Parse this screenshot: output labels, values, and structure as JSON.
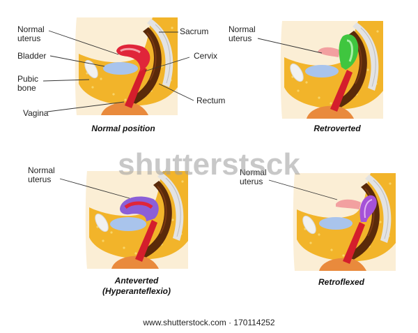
{
  "colors": {
    "panel_bg": "#fbeed5",
    "fat": "#f2b42a",
    "spine_outer": "#e3e3e3",
    "spine_inner": "#6a2e0c",
    "rectum": "#5a2a0a",
    "bladder": "#a9c4ec",
    "pubic_bone": "#f1f1f1",
    "uterus_normal": "#e0253a",
    "uterus_light": "#f2a0a0",
    "vagina": "#d41e2c",
    "perineum": "#e98a3c",
    "retroverted": "#3fc63f",
    "anteverted": "#8b5fd8",
    "retroflexed": "#a552d8"
  },
  "panels": [
    {
      "caption": "Normal position",
      "labels": {
        "normal_uterus": "Normal uterus",
        "bladder": "Bladder",
        "pubic_bone": "Pubic bone",
        "vagina": "Vagina",
        "sacrum": "Sacrum",
        "cervix": "Cervix",
        "rectum": "Rectum"
      }
    },
    {
      "caption": "Retroverted",
      "labels": {
        "normal_uterus": "Normal uterus"
      }
    },
    {
      "caption": "Anteverted (Hyperanteflexio)",
      "labels": {
        "normal_uterus": "Normal uterus"
      }
    },
    {
      "caption": "Retroflexed",
      "labels": {
        "normal_uterus": "Normal uterus"
      }
    }
  ],
  "watermark": "shutterstsck",
  "footer": "www.shutterstock.com · 170114252"
}
